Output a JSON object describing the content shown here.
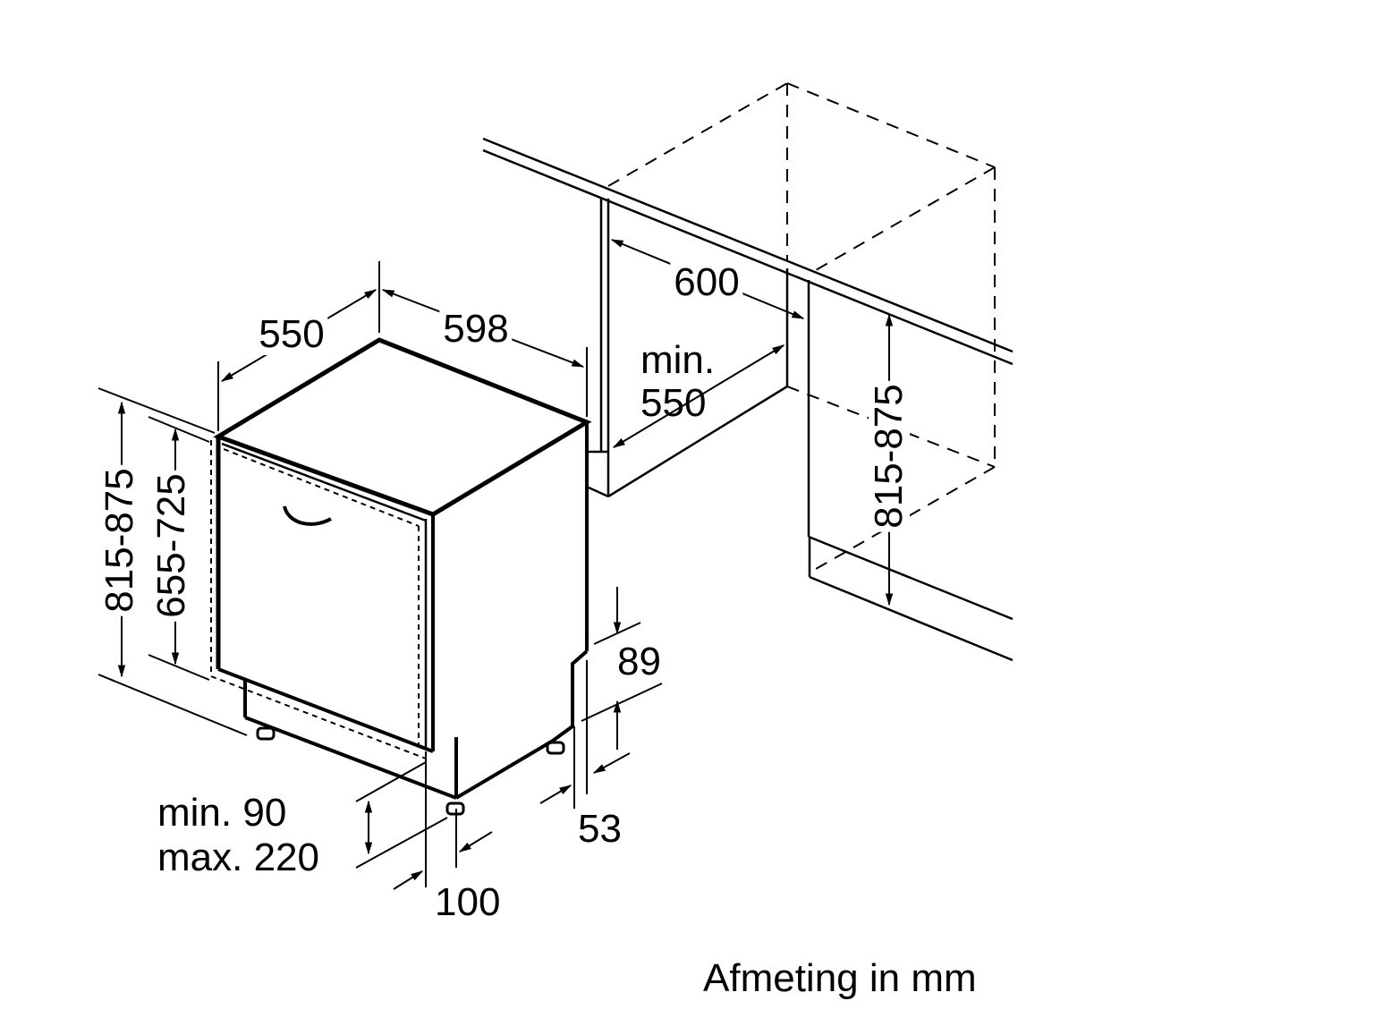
{
  "dimensions": {
    "depth": "550",
    "width": "598",
    "niche_width": "600",
    "niche_depth_line1": "min.",
    "niche_depth_line2": "550",
    "height_left": "815-875",
    "door_height": "655-725",
    "niche_height": "815-875",
    "top_offset": "89",
    "plinth_depth": "53",
    "plinth_height_line1": "min. 90",
    "plinth_height_line2": "max. 220",
    "foot_offset": "100"
  },
  "caption": "Afmeting in mm"
}
